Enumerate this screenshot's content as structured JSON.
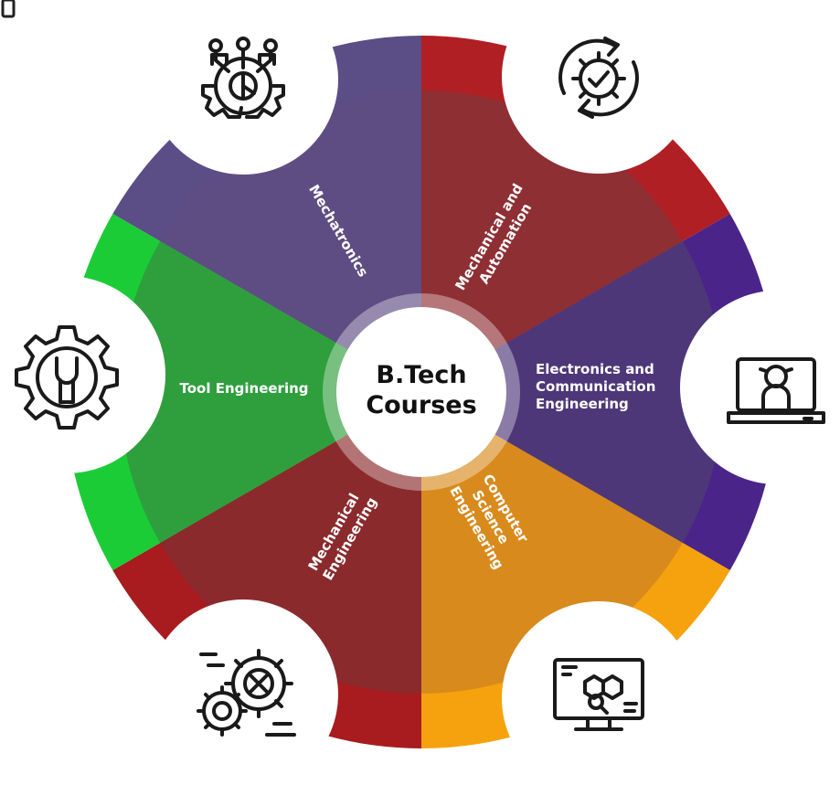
{
  "center": {
    "line1": "B.Tech",
    "line2": "Courses"
  },
  "segments": [
    {
      "id": "mechatronics",
      "label_lines": [
        "Mechatronics"
      ],
      "color_outer": "#5b4d86",
      "color_inner": "#5e4d83",
      "icon": "gear-circuit-icon"
    },
    {
      "id": "mechanical-automation",
      "label_lines": [
        "Mechanical and",
        "Automation"
      ],
      "color_outer": "#b01f24",
      "color_inner": "#8e2f33",
      "icon": "gear-cycle-icon"
    },
    {
      "id": "electronics-communication",
      "label_lines": [
        "Electronics and",
        "Communication",
        "Engineering"
      ],
      "color_outer": "#4b2489",
      "color_inner": "#4e3778",
      "icon": "laptop-person-icon"
    },
    {
      "id": "computer-science",
      "label_lines": [
        "Computer",
        "Science",
        "Engineering"
      ],
      "color_outer": "#f6a20e",
      "color_inner": "#d88a1d",
      "icon": "monitor-code-icon"
    },
    {
      "id": "mechanical",
      "label_lines": [
        "Mechanical",
        "Engineering"
      ],
      "color_outer": "#a81b1f",
      "color_inner": "#8b2a2c",
      "icon": "gears-icon"
    },
    {
      "id": "tool-engineering",
      "label_lines": [
        "Tool Engineering"
      ],
      "color_outer": "#1bcc36",
      "color_inner": "#2f9f3d",
      "icon": "gear-wrench-icon"
    }
  ]
}
